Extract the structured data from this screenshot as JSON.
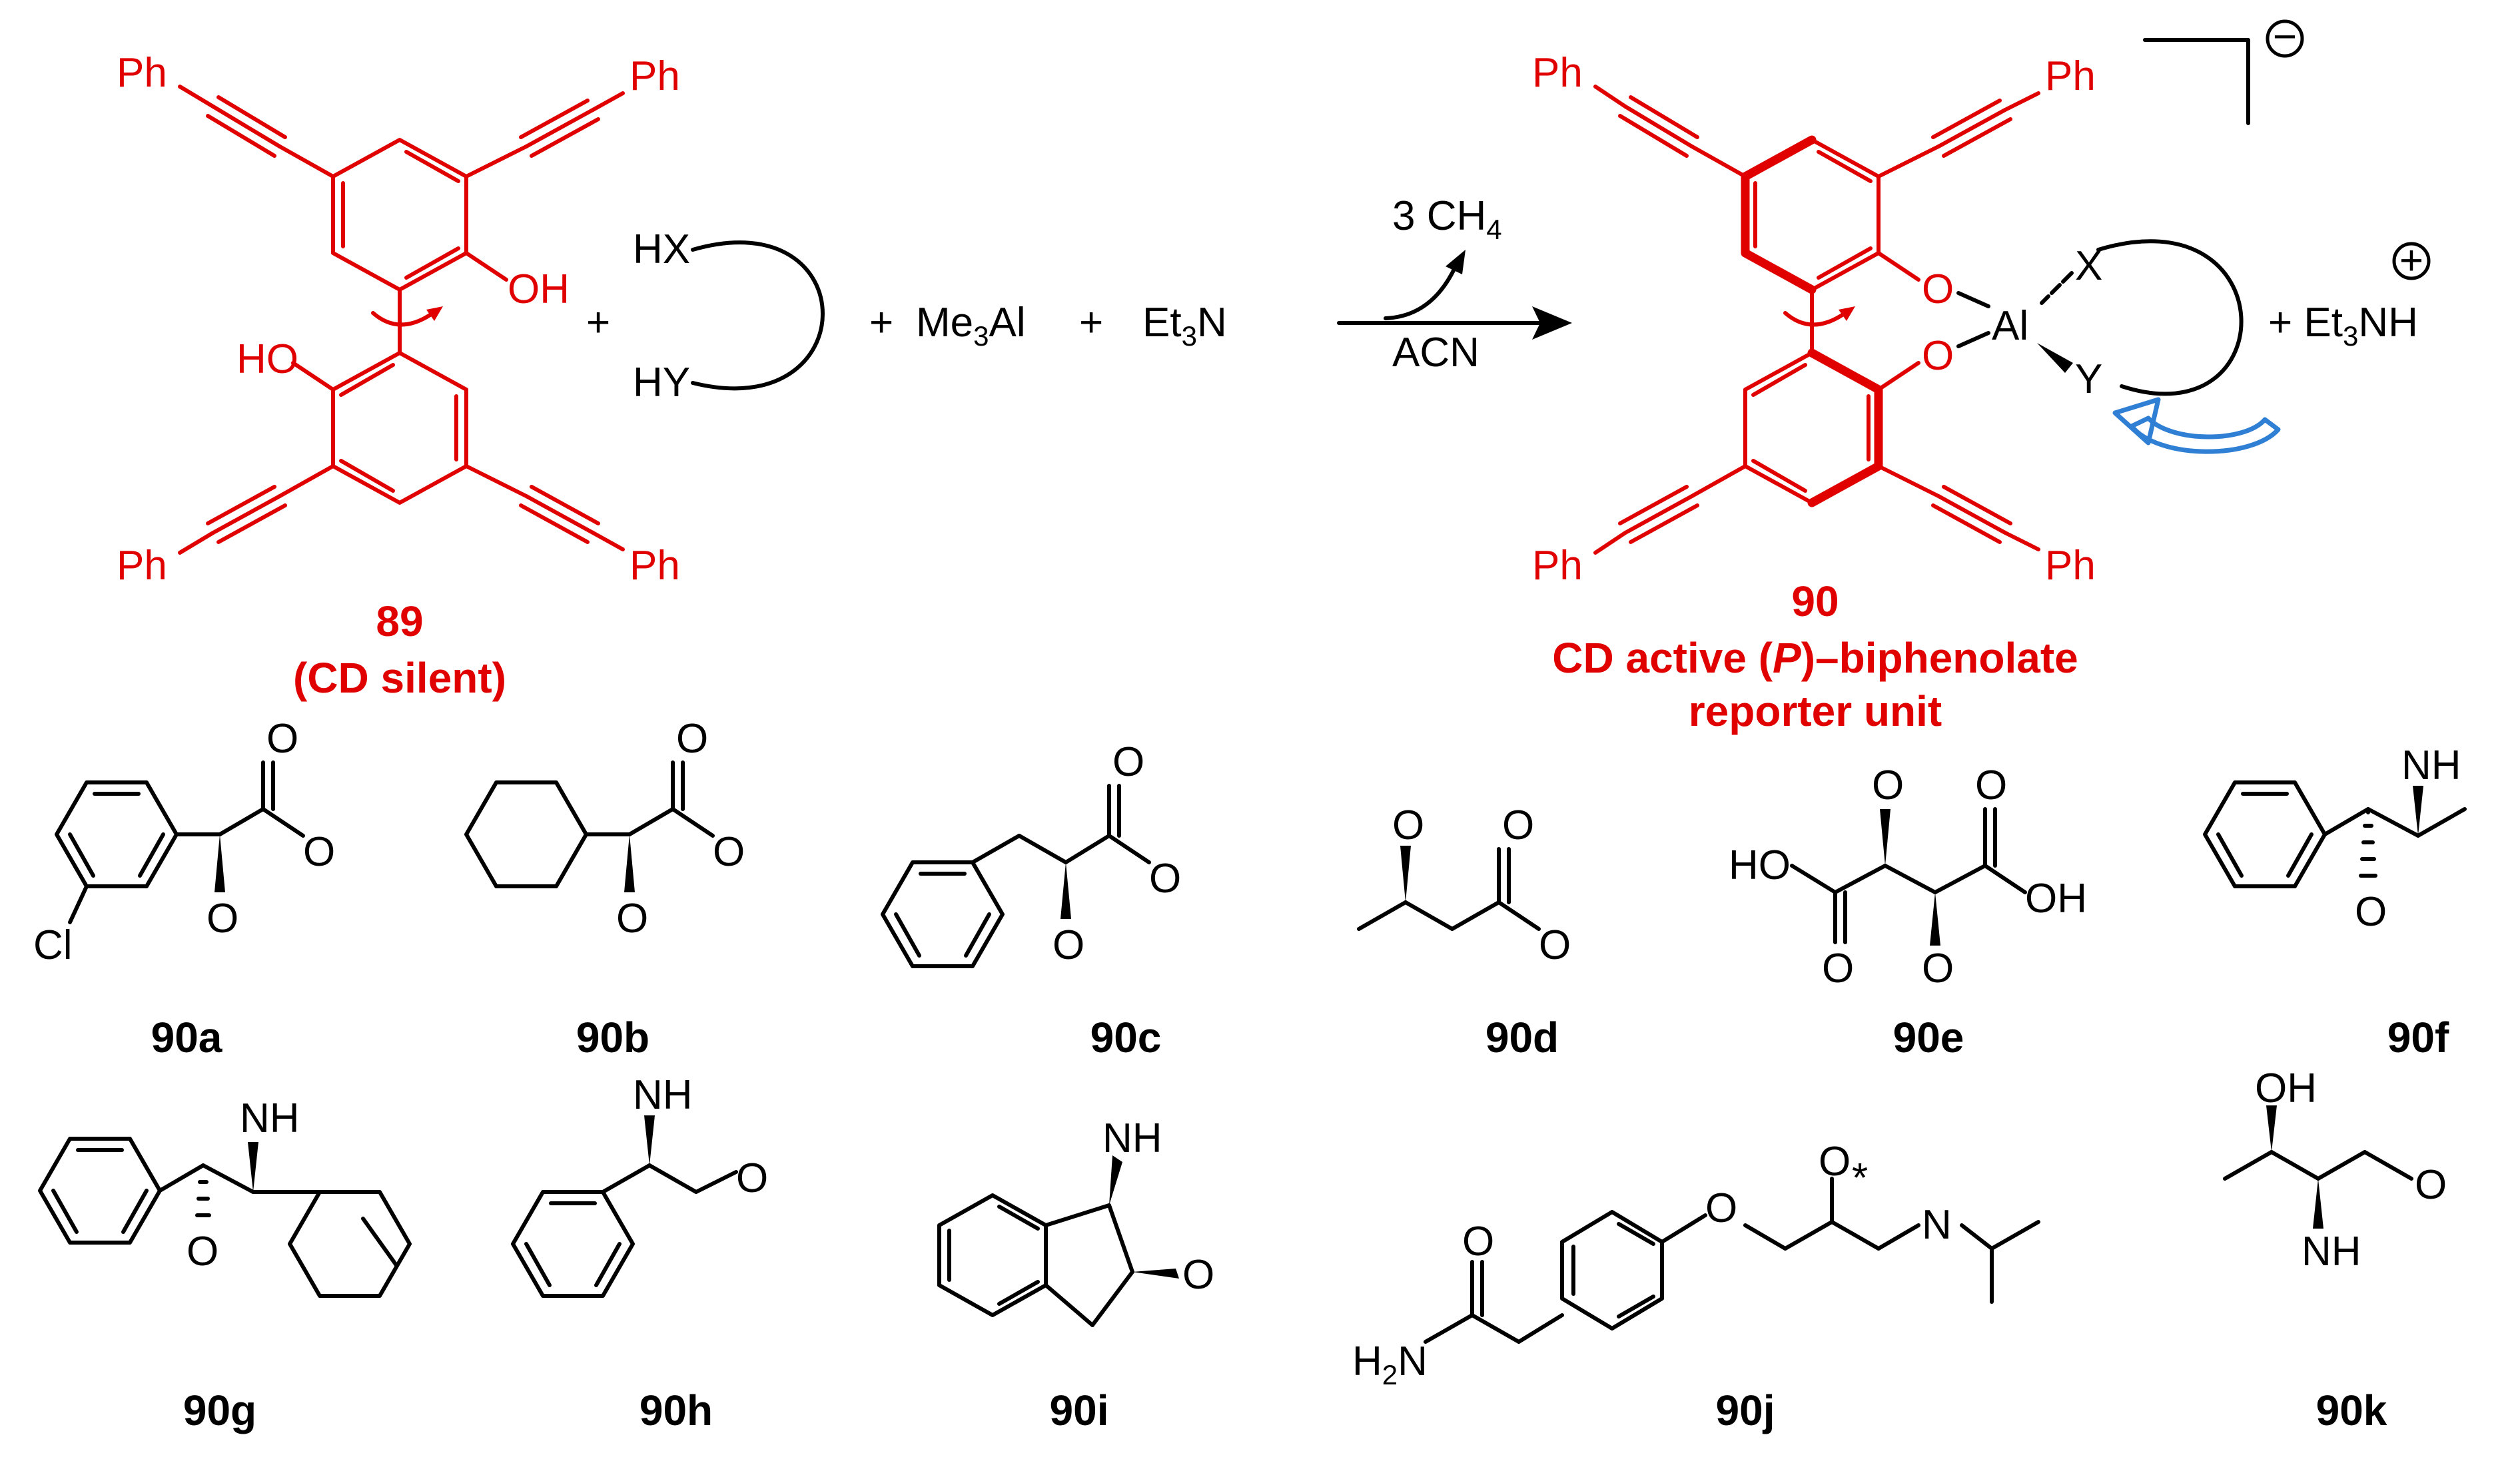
{
  "reaction": {
    "reagents": {
      "hx": "HX",
      "hy": "HY",
      "plus": "+",
      "me3al": "Me",
      "me3al_sub": "3",
      "me3al_end": "Al",
      "et3n": "Et",
      "et3n_sub": "3",
      "et3n_end": "N"
    },
    "arrow": {
      "byproduct": "3 CH",
      "byproduct_sub": "4",
      "solvent": "ACN"
    },
    "counterion": {
      "prefix": "+ Et",
      "sub": "3",
      "end": "NH",
      "charge": "+"
    },
    "complex_charge": "−"
  },
  "compound_89": {
    "number": "89",
    "description": "(CD silent)",
    "ph": "Ph",
    "oh": "OH",
    "ho": "HO"
  },
  "compound_90": {
    "number": "90",
    "description_line1_prefix": "CD active (",
    "description_line1_italic": "P",
    "description_line1_suffix": ")–biphenolate",
    "description_line2": "reporter unit",
    "ph": "Ph",
    "o": "O",
    "al": "Al",
    "x": "X",
    "y": "Y"
  },
  "substrates": {
    "a": "90a",
    "b": "90b",
    "c": "90c",
    "d": "90d",
    "e": "90e",
    "f": "90f",
    "g": "90g",
    "h": "90h",
    "i": "90i",
    "j": "90j",
    "k": "90k",
    "atom_o": "O",
    "atom_cl": "Cl",
    "atom_ho": "HO",
    "atom_oh": "OH",
    "atom_nh": "NH",
    "atom_n": "N",
    "atom_h2n": "H",
    "atom_h2n_sub": "2",
    "atom_h2n_end": "N",
    "star": "*"
  },
  "colors": {
    "reporter": "#e00000",
    "bonds": "#000000",
    "flip_arrow": "#2f7fd4"
  }
}
